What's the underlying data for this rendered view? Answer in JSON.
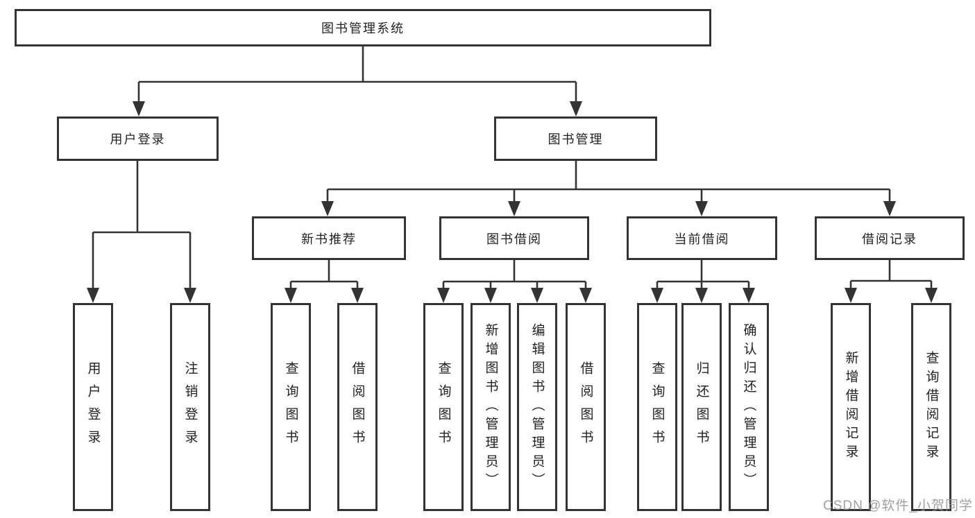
{
  "diagram": {
    "title": "图书管理系统",
    "type": "hierarchy-tree",
    "nodes": {
      "root": "图书管理系统",
      "user_login": "用户登录",
      "book_management": "图书管理",
      "new_book_recommend": "新书推荐",
      "book_borrow": "图书借阅",
      "current_borrow": "当前借阅",
      "borrow_record": "借阅记录",
      "leaf_user_login": "用户登录",
      "leaf_logout": "注销登录",
      "leaf_nb_query_books": "查询图书",
      "leaf_nb_borrow_books": "借阅图书",
      "leaf_bb_query_books": "查询图书",
      "leaf_bb_add_books": "新增图书（管理员）",
      "leaf_bb_edit_books": "编辑图书（管理员）",
      "leaf_bb_borrow_books": "借阅图书",
      "leaf_cb_query_books": "查询图书",
      "leaf_cb_return_books": "归还图书",
      "leaf_cb_confirm_return": "确认归还（管理员）",
      "leaf_br_add_record": "新增借阅记录",
      "leaf_br_query_record": "查询借阅记录"
    },
    "edges": [
      [
        "root",
        "user_login"
      ],
      [
        "root",
        "book_management"
      ],
      [
        "user_login",
        "leaf_user_login"
      ],
      [
        "user_login",
        "leaf_logout"
      ],
      [
        "book_management",
        "new_book_recommend"
      ],
      [
        "book_management",
        "book_borrow"
      ],
      [
        "book_management",
        "current_borrow"
      ],
      [
        "book_management",
        "borrow_record"
      ],
      [
        "new_book_recommend",
        "leaf_nb_query_books"
      ],
      [
        "new_book_recommend",
        "leaf_nb_borrow_books"
      ],
      [
        "book_borrow",
        "leaf_bb_query_books"
      ],
      [
        "book_borrow",
        "leaf_bb_add_books"
      ],
      [
        "book_borrow",
        "leaf_bb_edit_books"
      ],
      [
        "book_borrow",
        "leaf_bb_borrow_books"
      ],
      [
        "current_borrow",
        "leaf_cb_query_books"
      ],
      [
        "current_borrow",
        "leaf_cb_return_books"
      ],
      [
        "current_borrow",
        "leaf_cb_confirm_return"
      ],
      [
        "borrow_record",
        "leaf_br_add_record"
      ],
      [
        "borrow_record",
        "leaf_br_query_record"
      ]
    ],
    "colors": {
      "line": "#333333",
      "box_border": "#333333",
      "text": "#222222",
      "background": "#ffffff",
      "watermark": "#969696"
    }
  },
  "watermark": {
    "text": "CSDN @软件_小贺同学"
  }
}
